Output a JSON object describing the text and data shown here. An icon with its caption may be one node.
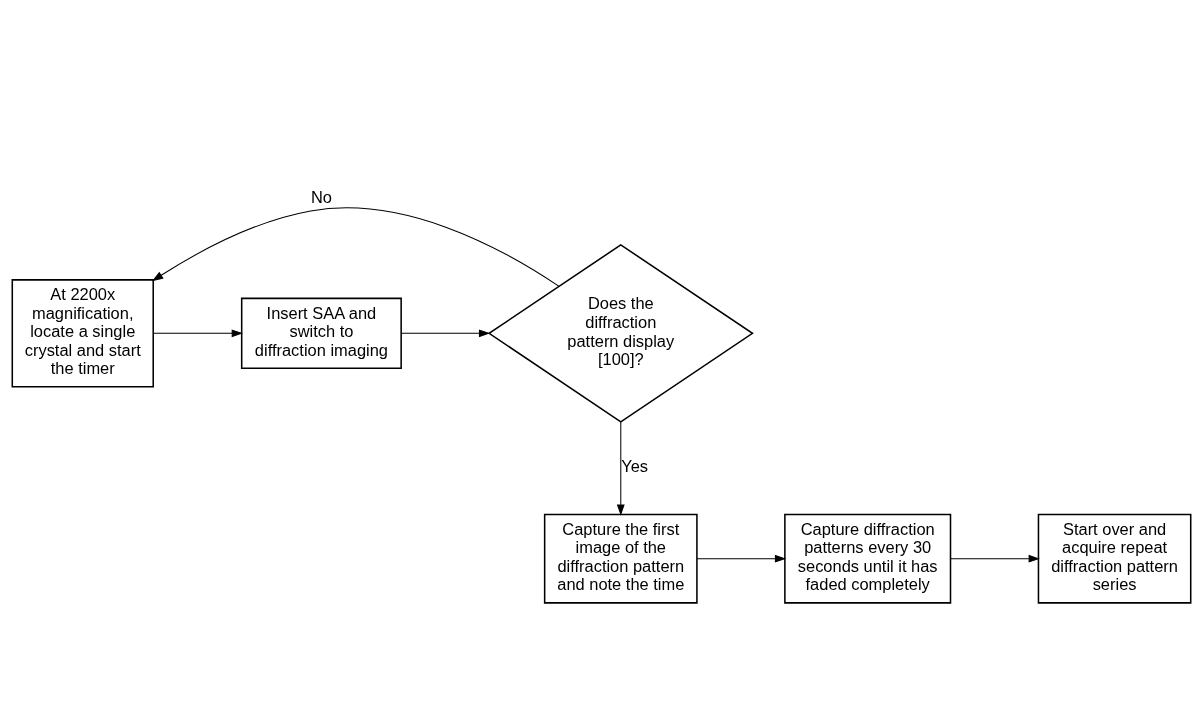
{
  "diagram": {
    "nodes": [
      {
        "text": [
          "At 2200x magnification, locate a single crystal and start the timer"
        ]
      },
      {
        "text": [
          "Insert SAA and switch to diffraction imaging"
        ]
      },
      {
        "text": [
          "Does the diffraction pattern display [100]?"
        ]
      },
      {
        "text": [
          "Capture the first image of the diffraction pattern and note the time"
        ]
      },
      {
        "text": [
          "Capture diffraction patterns every 30 seconds until it has faded completely"
        ]
      },
      {
        "text": [
          "Start over and acquire repeat diffraction pattern series"
        ]
      }
    ],
    "edges": [
      {
        "from": 0,
        "to": 1,
        "arrow": "to"
      },
      {
        "from": 1,
        "to": 2,
        "arrow": "to"
      },
      {
        "from": 2,
        "to": 0,
        "arrow": "to",
        "label": "No"
      },
      {
        "from": 2,
        "to": 3,
        "arrow": "to",
        "label": "Yes"
      },
      {
        "from": 3,
        "to": 4,
        "arrow": "to"
      },
      {
        "from": 4,
        "to": 5,
        "arrow": "to"
      }
    ]
  }
}
